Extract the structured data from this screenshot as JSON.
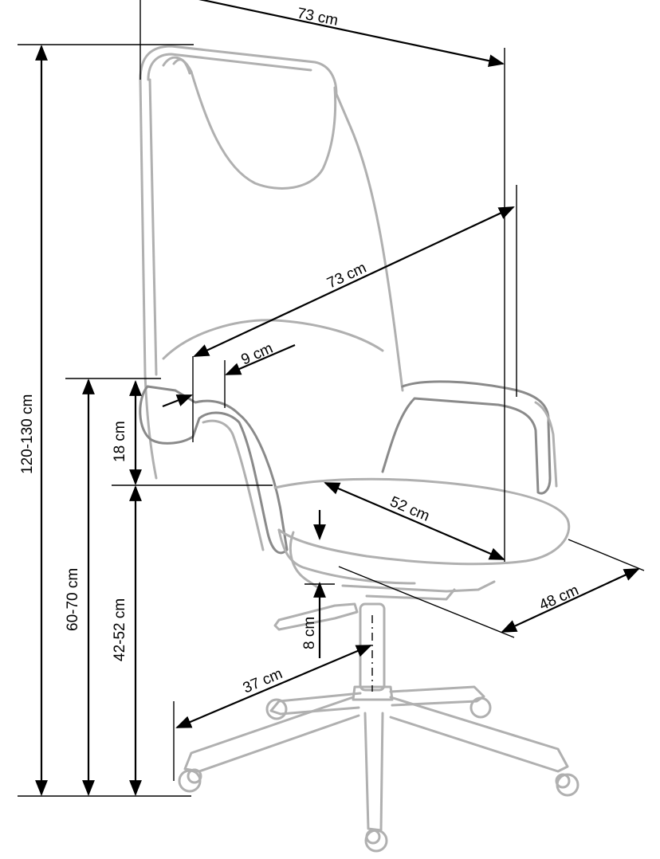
{
  "diagram": {
    "colors": {
      "dimension_line": "#000000",
      "chair_outline": "#b0b0b0"
    },
    "dimensions": {
      "overall_depth_top": "73 cm",
      "armrest_depth": "73 cm",
      "armrest_width": "9 cm",
      "armrest_height": "18 cm",
      "total_height": "120-130 cm",
      "armrest_floor_height": "60-70 cm",
      "seat_height": "42-52 cm",
      "seat_depth": "52 cm",
      "seat_width": "48 cm",
      "height_adjust": "8 cm",
      "base_radius": "37 cm"
    }
  }
}
